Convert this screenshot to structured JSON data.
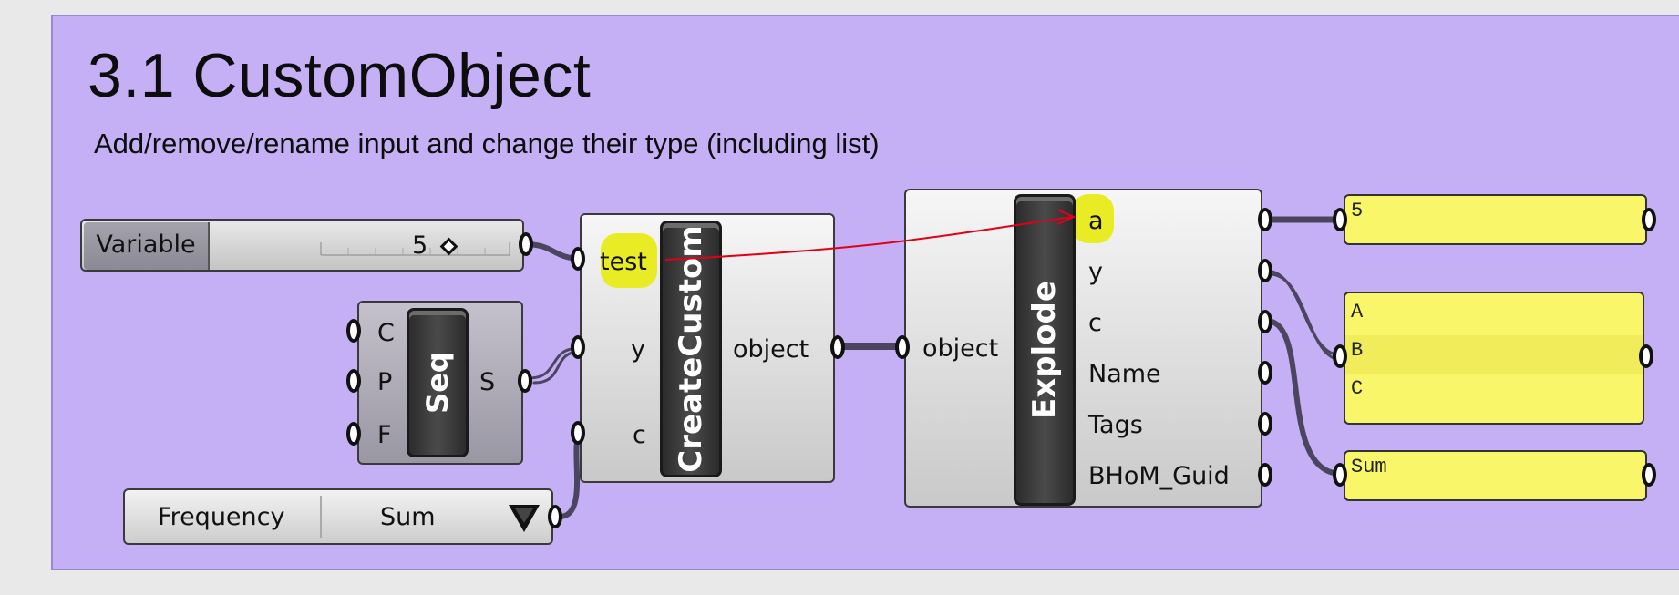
{
  "group": {
    "title": "3.1 CustomObject",
    "subtitle": "Add/remove/rename input and change their type (including list)"
  },
  "slider": {
    "label": "Variable",
    "value": "5"
  },
  "seq": {
    "name": "Seq",
    "inputs": [
      "C",
      "P",
      "F"
    ],
    "output": "S"
  },
  "value_list": {
    "label": "Frequency",
    "selected": "Sum"
  },
  "create_custom": {
    "name": "CreateCustom",
    "inputs": [
      "test",
      "y",
      "c"
    ],
    "output": "object"
  },
  "explode": {
    "name": "Explode",
    "input": "object",
    "outputs": [
      "a",
      "y",
      "c",
      "Name",
      "Tags",
      "BHoM_Guid"
    ]
  },
  "panels": {
    "a_panel": [
      "5"
    ],
    "y_panel": [
      "A",
      "B",
      "C"
    ],
    "c_panel": [
      "Sum"
    ]
  },
  "colors": {
    "group_fill": "#c6b0f5",
    "panel_fill": "#faf66a",
    "highlight": "#e9ec24",
    "annotation_arrow": "#e0001a",
    "wire": "#4b4560"
  }
}
